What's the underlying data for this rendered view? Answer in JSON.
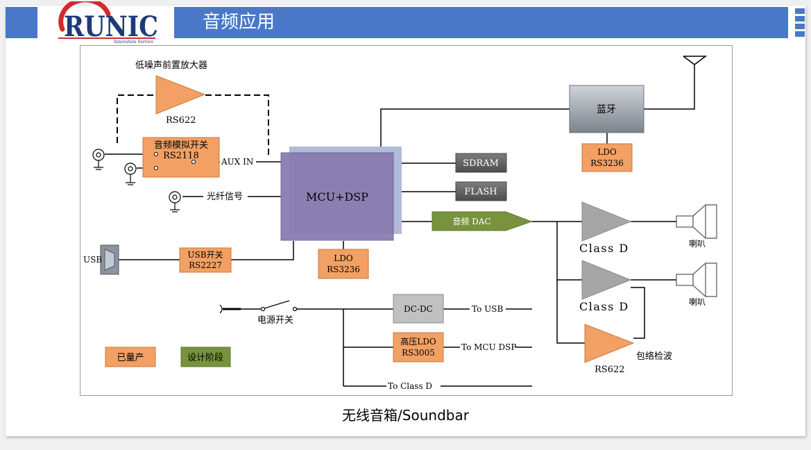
{
  "header": {
    "title": "音频应用",
    "logo_text": "RUNIC",
    "logo_tagline": "Innovation Service"
  },
  "caption": "无线音箱/Soundbar",
  "diagram": {
    "lna_label": "低噪声前置放大器",
    "lna_chip": "RS622",
    "analog_switch": {
      "name": "音频模拟开关",
      "chip": "RS2118"
    },
    "aux_in": "AUX IN",
    "optical": "光纤信号",
    "mcu": "MCU+DSP",
    "bluetooth": "蓝牙",
    "ldo_bt": {
      "name": "LDO",
      "chip": "RS3236"
    },
    "sdram": "SDRAM",
    "flash": "FLASH",
    "audio_dac": "音频 DAC",
    "class_d_1": "Class D",
    "class_d_2": "Class D",
    "speaker_1": "喇叭",
    "speaker_2": "喇叭",
    "envelope": "包络检波",
    "envelope_chip": "RS622",
    "usb": "USB",
    "usb_switch": {
      "name": "USB开关",
      "chip": "RS2227"
    },
    "ldo_mcu": {
      "name": "LDO",
      "chip": "RS3236"
    },
    "power_switch": "电源开关",
    "dcdc": "DC-DC",
    "to_usb": "To USB",
    "hv_ldo": {
      "name": "高压LDO",
      "chip": "RS3005"
    },
    "to_mcu_dsp": "To MCU DSP",
    "to_class_d": "To Class D",
    "legend_mass": "已量产",
    "legend_design": "设计阶段"
  },
  "colors": {
    "header_blue": "#4a78c9",
    "orange_block": "#f2a064",
    "green_block": "#77933c",
    "mcu_purple": "#8a7cb0",
    "gray_block": "#a6a6a6",
    "dark_gray_block": "#595959"
  }
}
